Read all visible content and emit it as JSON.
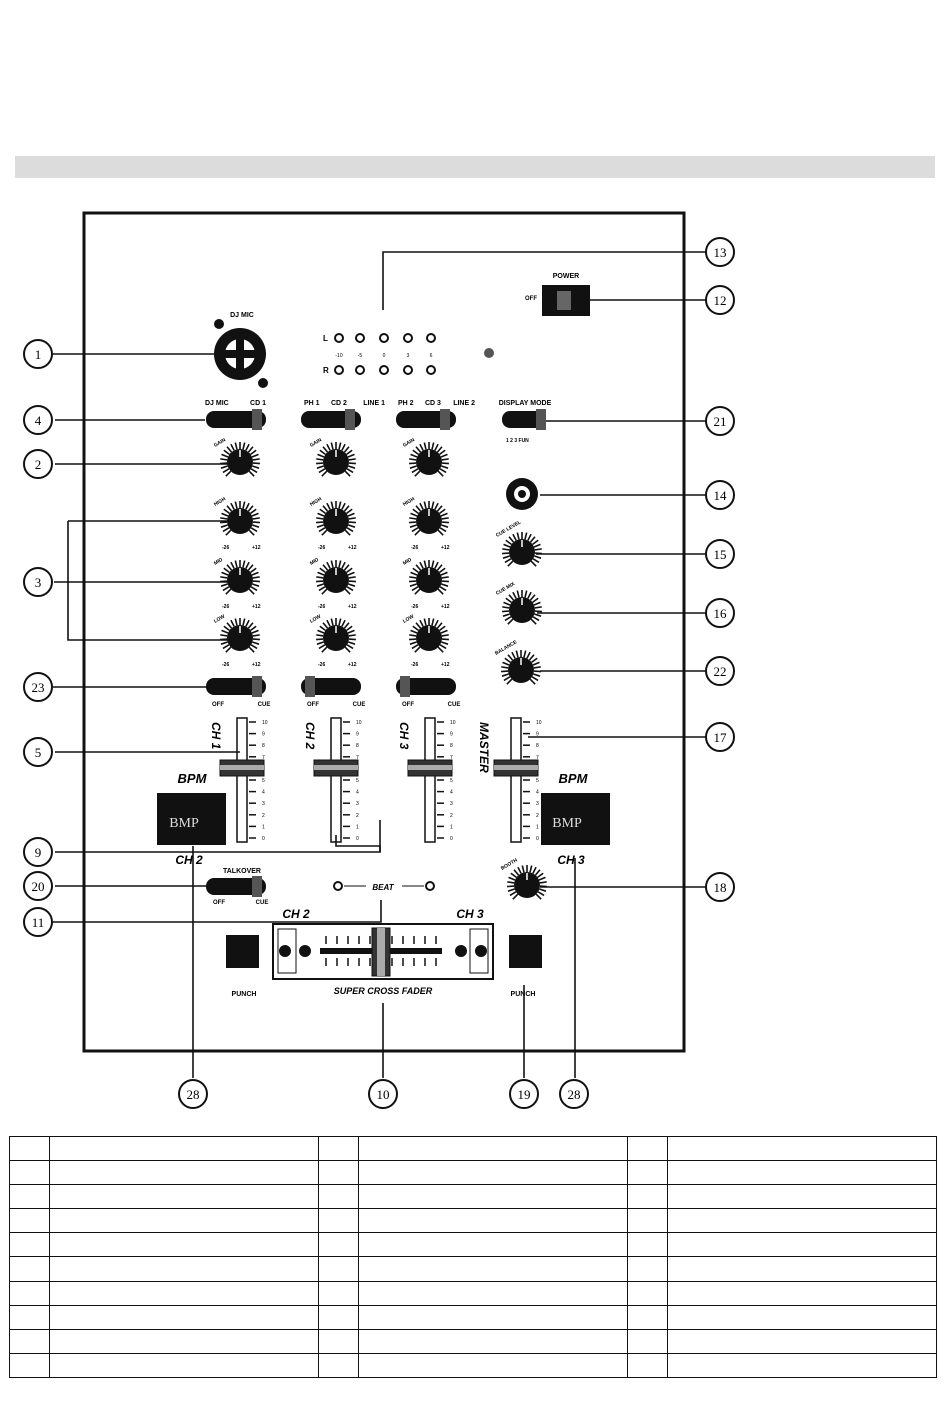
{
  "callouts": [
    "1",
    "2",
    "3",
    "4",
    "5",
    "9",
    "10",
    "11",
    "12",
    "13",
    "14",
    "15",
    "16",
    "17",
    "18",
    "19",
    "20",
    "21",
    "22",
    "23",
    "28",
    "28"
  ],
  "panel": {
    "dj_mic": "DJ MIC",
    "power": "POWER",
    "off": "OFF",
    "cue": "CUE",
    "meter_l": "L",
    "meter_r": "R",
    "meter_scale": [
      "-10",
      "-5",
      "0",
      "3",
      "6"
    ],
    "input_switches": [
      {
        "left": "DJ MIC",
        "right": "CD 1"
      },
      {
        "left": "PH 1",
        "mid": "CD 2",
        "right": "LINE 1"
      },
      {
        "left": "PH 2",
        "mid": "CD 3",
        "right": "LINE 2"
      }
    ],
    "display_mode": "DISPLAY MODE",
    "gain": "GAIN",
    "high": "HIGH",
    "mid": "MID",
    "low": "LOW",
    "eq_min": "-26",
    "eq_max": "+12",
    "cue_level": "CUE LEVEL",
    "cue_mix": "CUE MIX",
    "balance": "BALANCE",
    "booth": "BOOTH",
    "ch1": "CH 1",
    "ch2": "CH 2",
    "ch3": "CH 3",
    "master": "MASTER",
    "fader_scale": [
      "10",
      "9",
      "8",
      "7",
      "6",
      "5",
      "4",
      "3",
      "2",
      "1",
      "0"
    ],
    "bpm": "BPM",
    "bmp": "BMP",
    "ch2_under": "CH 2",
    "ch3_under": "CH 3",
    "talkover": "TALKOVER",
    "beat": "BEAT",
    "xf_ch2": "CH 2",
    "xf_ch3": "CH 3",
    "super_cross_fader": "SUPER CROSS FADER",
    "punch_left": "PUNCH",
    "punch_right": "PUNCH"
  },
  "table": {
    "rows": 10,
    "cols": 6
  }
}
